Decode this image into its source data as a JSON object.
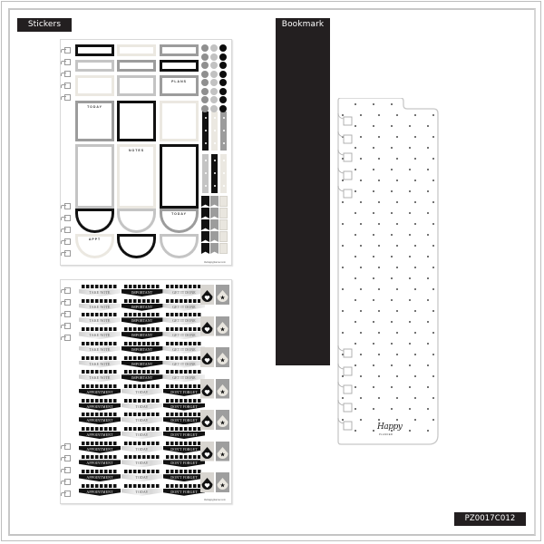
{
  "labels": {
    "stickers": "Stickers",
    "bookmark": "Bookmark",
    "product_code": "PZ0017C012"
  },
  "colors": {
    "label_bg": "#231f20",
    "black": "#111111",
    "gray": "#9a9a9a",
    "light_gray": "#c2c2c2",
    "cream": "#e9e6df",
    "frame": "#c8c8c8"
  },
  "sheet1": {
    "box_labels": {
      "plans": "PLANS",
      "today": "TODAY",
      "notes": "NOTES",
      "today2": "TODAY",
      "appt": "APPT"
    },
    "website": "thehappyplanner.com"
  },
  "sheet2": {
    "columns": [
      {
        "rows_1_7": "TAKE NOTE",
        "rows_8_15": "APPOINTMENT"
      },
      {
        "rows_1_7": "IMPORTANT",
        "rows_8_15": "TODAY"
      },
      {
        "rows_1_7": "GET IT DONE",
        "rows_8_15": "DON'T FORGET"
      }
    ],
    "icons": [
      "heart-icon",
      "star-icon"
    ],
    "website": "thehappyplanner.com"
  },
  "bookmark_sheet": {
    "logo": "Happy",
    "logo_sub": "PLANNER"
  }
}
